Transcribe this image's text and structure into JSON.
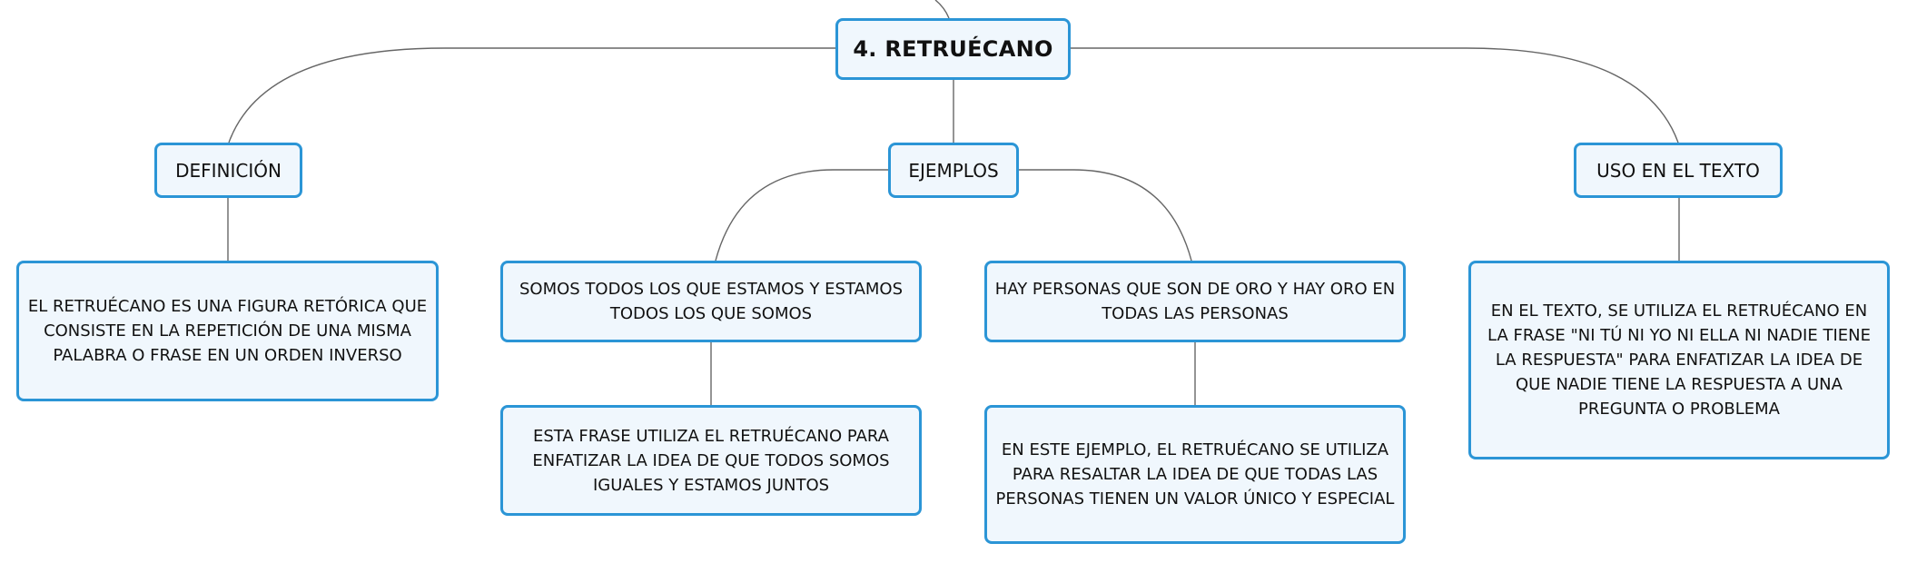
{
  "mindmap": {
    "root": {
      "label": "4. RETRUÉCANO"
    },
    "branches": {
      "definicion": {
        "label": "DEFINICIÓN",
        "text": "EL RETRUÉCANO ES UNA FIGURA RETÓRICA QUE CONSISTE EN LA REPETICIÓN DE UNA MISMA PALABRA O FRASE EN UN ORDEN INVERSO"
      },
      "ejemplos": {
        "label": "EJEMPLOS",
        "examples": [
          {
            "text": "SOMOS TODOS LOS QUE ESTAMOS Y ESTAMOS TODOS LOS QUE SOMOS",
            "explanation": "ESTA FRASE UTILIZA EL RETRUÉCANO PARA ENFATIZAR LA IDEA DE QUE TODOS SOMOS IGUALES Y ESTAMOS JUNTOS"
          },
          {
            "text": "HAY PERSONAS QUE SON DE ORO Y HAY ORO EN TODAS LAS PERSONAS",
            "explanation": "EN ESTE EJEMPLO, EL RETRUÉCANO SE UTILIZA PARA RESALTAR LA IDEA DE QUE TODAS LAS PERSONAS TIENEN UN VALOR ÚNICO Y ESPECIAL"
          }
        ]
      },
      "uso": {
        "label": "USO EN EL TEXTO",
        "text": "EN EL TEXTO, SE UTILIZA EL RETRUÉCANO EN LA FRASE \"NI TÚ NI YO NI ELLA NI NADIE TIENE LA RESPUESTA\" PARA ENFATIZAR LA IDEA DE QUE NADIE TIENE LA RESPUESTA A UNA PREGUNTA O PROBLEMA"
      }
    }
  },
  "colors": {
    "node_border": "#2b95d6",
    "node_fill": "#f0f7fd",
    "connector": "#666666",
    "text": "#111111"
  }
}
